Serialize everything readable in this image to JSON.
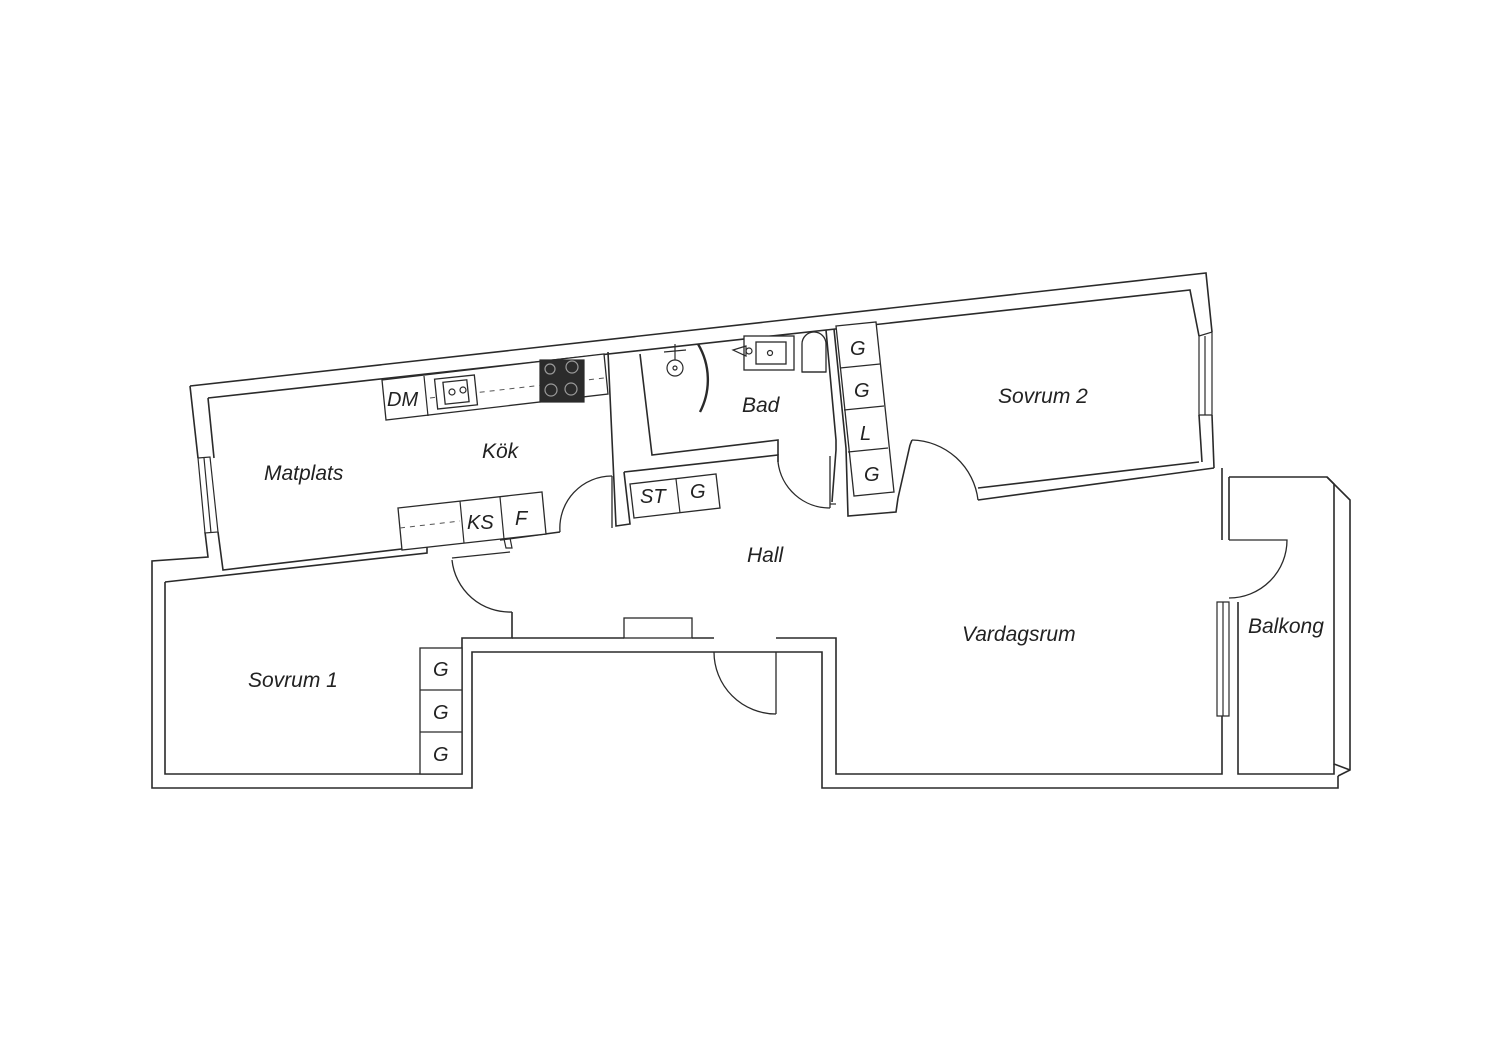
{
  "rooms": {
    "kok": "Kök",
    "matplats": "Matplats",
    "bad": "Bad",
    "sovrum2": "Sovrum 2",
    "hall": "Hall",
    "sovrum1": "Sovrum 1",
    "vardagsrum": "Vardagsrum",
    "balkong": "Balkong"
  },
  "fixtures": {
    "dm": "DM",
    "ks": "KS",
    "f": "F",
    "st": "ST",
    "hall_closet": "G",
    "sovrum2_closets": [
      "G",
      "G",
      "L",
      "G"
    ],
    "sovrum1_closets": [
      "G",
      "G",
      "G"
    ]
  }
}
